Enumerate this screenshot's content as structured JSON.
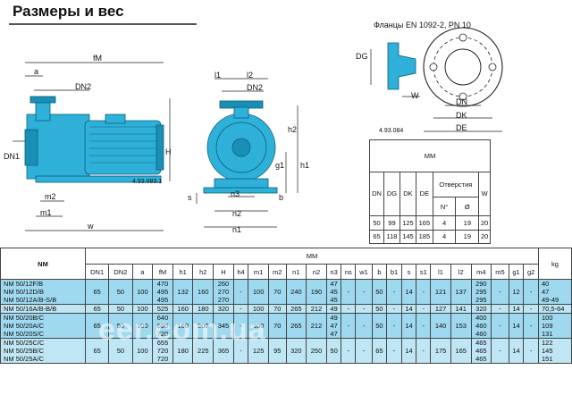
{
  "title": "Размеры и вес",
  "flange_caption": "Фланцы EN 1092-2, PN 10",
  "drawing_ids": {
    "side": "4.93.083.1",
    "flange": "4.93.084"
  },
  "side_labels": {
    "fM": "fM",
    "a": "a",
    "DN2": "DN2",
    "DN1": "DN1",
    "H": "H",
    "m2": "m2",
    "m1": "m1",
    "w": "w"
  },
  "front_labels": {
    "l1": "l1",
    "l2": "l2",
    "DN2": "DN2",
    "h2": "h2",
    "g1": "g1",
    "h1": "h1",
    "s": "s",
    "b": "b",
    "n3": "n3",
    "n2": "n2",
    "n1": "n1"
  },
  "flange_labels": {
    "DG": "DG",
    "W": "W",
    "DN": "DN",
    "DK": "DK",
    "DE": "DE"
  },
  "flange_table": {
    "unit": "MM",
    "headers": [
      "DN",
      "DG",
      "DK",
      "DE",
      "Отверстия",
      "W"
    ],
    "sub_headers": [
      "N°",
      "Ø"
    ],
    "rows": [
      [
        "50",
        "99",
        "125",
        "165",
        "4",
        "19",
        "20"
      ],
      [
        "65",
        "118",
        "145",
        "185",
        "4",
        "19",
        "20"
      ]
    ]
  },
  "main_table": {
    "model_header": "NM",
    "unit_header": "MM",
    "weight_header": "kg",
    "columns": [
      "DN1",
      "DN2",
      "a",
      "fM",
      "h1",
      "h2",
      "H",
      "h4",
      "m1",
      "m2",
      "n1",
      "n2",
      "n3",
      "ns",
      "w1",
      "b",
      "b1",
      "s",
      "s1",
      "l1",
      "l2",
      "m4",
      "m5",
      "g1",
      "g2"
    ],
    "rows": [
      {
        "models": [
          "NM  50/12F/B",
          "NM  50/12D/B",
          "NM  50/12A/B-S/B"
        ],
        "cells": [
          "65",
          "50",
          "100",
          [
            "470",
            "495",
            "495"
          ],
          "132",
          "160",
          [
            "260",
            "270",
            "270"
          ],
          "-",
          "100",
          "70",
          "240",
          "190",
          [
            "47",
            "45",
            "45"
          ],
          "-",
          "-",
          "50",
          "-",
          "14",
          "-",
          "121",
          "137",
          [
            "290",
            "295",
            "295"
          ],
          "-",
          "12",
          "-"
        ],
        "kg": [
          "40",
          "47",
          "49-49"
        ]
      },
      {
        "models": [
          "NM  50/16A/B-B/B"
        ],
        "cells": [
          "65",
          "50",
          "100",
          "525",
          "160",
          "180",
          "320",
          "-",
          "100",
          "70",
          "265",
          "212",
          "49",
          "-",
          "-",
          "50",
          "-",
          "14",
          "-",
          "127",
          "141",
          "320",
          "-",
          "14",
          "-"
        ],
        "kg": [
          "70,5-64"
        ]
      },
      {
        "models": [
          "NM  50/20B/C",
          "NM  50/20A/C",
          "NM  50/20S/C"
        ],
        "cells": [
          "65",
          "50",
          "100",
          [
            "640",
            "690",
            "720"
          ],
          "160",
          "200",
          "345",
          "-",
          "100",
          "70",
          "265",
          "212",
          [
            "49",
            "47",
            "47"
          ],
          "-",
          "-",
          "50",
          "-",
          "14",
          "-",
          "140",
          "153",
          [
            "400",
            "460",
            "460"
          ],
          "-",
          "14",
          "-"
        ],
        "kg": [
          "100",
          "109",
          "131"
        ]
      },
      {
        "models": [
          "NM  50/25C/C",
          "NM  50/25B/C",
          "NM  50/25A/C"
        ],
        "cells": [
          "65",
          "50",
          "100",
          [
            "655",
            "720",
            "720"
          ],
          "180",
          "225",
          "365",
          "-",
          "125",
          "95",
          "320",
          "250",
          "50",
          "-",
          "-",
          "65",
          "-",
          "14",
          "-",
          "175",
          "165",
          [
            "465",
            "465",
            "465"
          ],
          "-",
          "14",
          "-"
        ],
        "kg": [
          "122",
          "145",
          "151"
        ]
      }
    ]
  },
  "watermark": "eer.com.ua",
  "colors": {
    "pump": "#2fb0d9",
    "row": "#9fd9ef"
  }
}
